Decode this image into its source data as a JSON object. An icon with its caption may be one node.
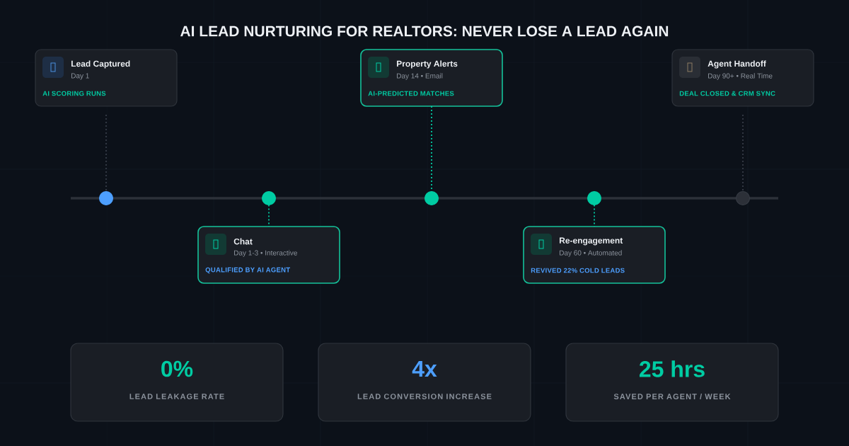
{
  "diagram": {
    "title": "AI LEAD NURTURING FOR REALTORS: NEVER LOSE A LEAD AGAIN",
    "nodes": [
      {
        "text": [
          "Lead Captured",
          "Day 1",
          "AI SCORING RUNS"
        ]
      },
      {
        "text": [
          "Property Alerts",
          "Day 14 • Email",
          "AI-PREDICTED MATCHES"
        ]
      },
      {
        "text": [
          "Agent Handoff",
          "Day 90+ • Real Time",
          "DEAL CLOSED & CRM SYNC"
        ]
      },
      {
        "text": [],
        "shape": "circle"
      },
      {
        "text": [],
        "shape": "circle"
      },
      {
        "text": [],
        "shape": "circle"
      },
      {
        "text": [],
        "shape": "circle"
      },
      {
        "text": [],
        "shape": "circle"
      },
      {
        "text": [
          "Chat",
          "Day 1-3 • Interactive",
          "QUALIFIED BY AI AGENT"
        ]
      },
      {
        "text": [
          "Re-engagement",
          "Day 60 • Automated",
          "REVIVED 22% COLD LEADS"
        ]
      },
      {
        "text": [
          "0%",
          "LEAD LEAKAGE RATE"
        ]
      },
      {
        "text": [
          "4x",
          "LEAD CONVERSION INCREASE"
        ]
      },
      {
        "text": [
          "25 hrs",
          "SAVED PER AGENT / WEEK"
        ]
      }
    ],
    "edges": [
      {
        "from": 0,
        "to": 3,
        "arrow": "none",
        "style": "dashed",
        "color": "#363c47"
      },
      {
        "from": 4,
        "to": 8,
        "arrow": "none",
        "style": "dashed"
      },
      {
        "from": 1,
        "to": 5,
        "arrow": "none",
        "style": "dashed"
      },
      {
        "from": 6,
        "to": 9,
        "arrow": "none",
        "style": "dashed"
      },
      {
        "from": 2,
        "to": 7,
        "arrow": "none",
        "style": "dashed",
        "color": "#363c47"
      }
    ]
  }
}
